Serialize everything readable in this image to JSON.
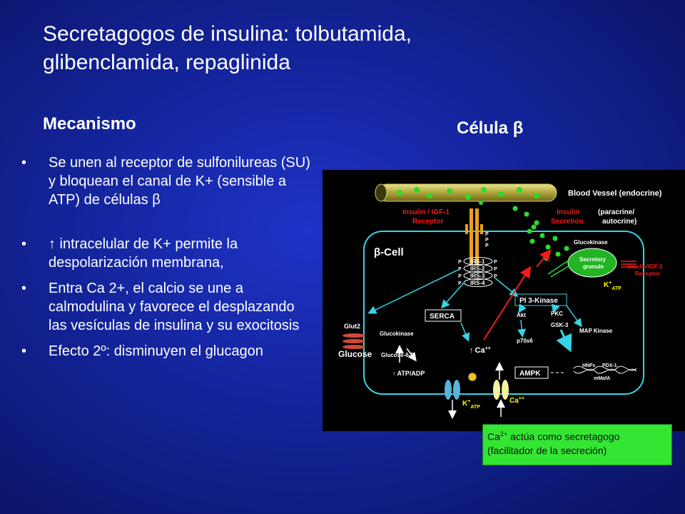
{
  "slide": {
    "title_line1": "Secretagogos de insulina:  tolbutamida,",
    "title_line2": "glibenclamida,  repaglinida",
    "left_heading": "Mecanismo",
    "right_heading": "Célula β",
    "bullets": [
      "Se unen al receptor de sulfonilureas (SU) y bloquean el canal de K+ (sensible a ATP) de células β",
      "↑ intracelular de K+ permite la despolarización membrana,",
      "Entra Ca 2+, el calcio se une a calmodulina y favorece el desplazando las vesículas de insulina y su exocitosis",
      "Efecto 2º: disminuyen el glucagon"
    ],
    "note_ca": "Ca",
    "note_sup": "2+",
    "note_rest": " actúa como secretagogo (facilitador de la secreción)"
  },
  "diagram": {
    "blood_vessel": "Blood Vessel  (endocrine)",
    "insulin_igf1_receptor_l1": "Insulin / IGF-1",
    "insulin_igf1_receptor_l2": "Receptor",
    "insulin_secretion_l1": "Insulin",
    "insulin_secretion_l2": "Secretion",
    "paracrine_l1": "(paracrine/",
    "paracrine_l2": "autocrine)",
    "beta_cell": "β-Cell",
    "irs": [
      "IRS-1",
      "IRS-2",
      "IRS-3",
      "IRS-4"
    ],
    "p": "P",
    "glucokinase_top": "Glucokinase",
    "secretory_granule_l1": "Secretory",
    "secretory_granule_l2": "granule",
    "receptor_right_l1": "Insulin/IGF-1",
    "receptor_right_l2": "Receptor",
    "k_atp_right": "K",
    "pi3k": "PI 3-Kinase",
    "serca": "SERCA",
    "akt": "Akt",
    "pkc": "PKC",
    "gsk3": "GSK-3",
    "map_kinase": "MAP Kinase",
    "p70s6": "p70s6",
    "glut2": "Glut2",
    "glucokinase": "Glucokinase",
    "glucose": "Glucose",
    "glucose6p": "Glucose-6-P",
    "ca_inside": "Ca",
    "atp_adp": "ATP/ADP",
    "ampk": "AMPK",
    "hnfs": "HNFs",
    "pdx1": "PDX-1",
    "mmafa": "mMafA",
    "k_atp_bottom": "K",
    "atp_sub": "ATP",
    "ca_bottom": "Ca",
    "plusplus": "++",
    "plus": "+"
  }
}
